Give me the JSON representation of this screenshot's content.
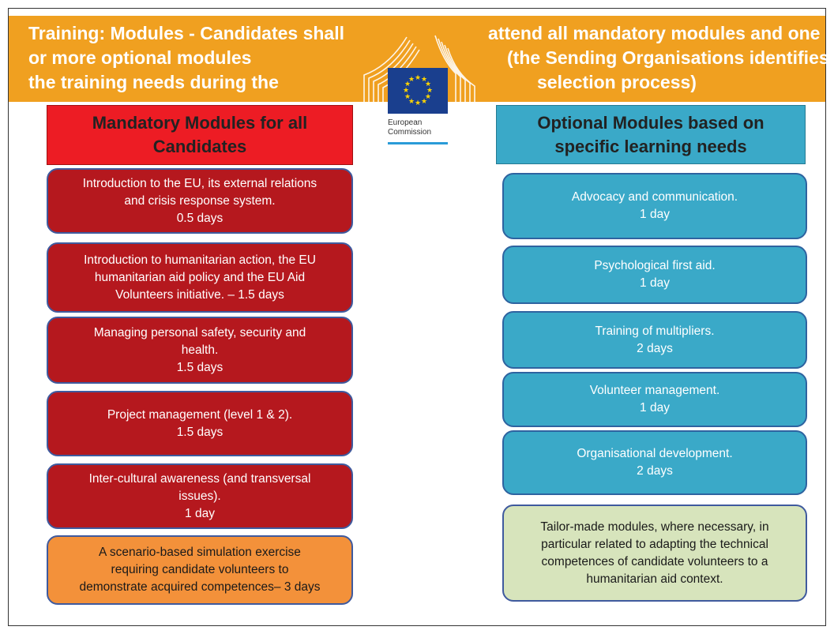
{
  "header": {
    "left_lines": [
      "Training: Modules - Candidates shall",
      "or more optional modules",
      "the training needs during the"
    ],
    "right_lines": [
      "attend all mandatory modules and one",
      "(the Sending Organisations identifies",
      "selection process)"
    ]
  },
  "logo": {
    "caption_line1": "European",
    "caption_line2": "Commission",
    "flag_color": "#1a3f8e",
    "star_color": "#ffd500"
  },
  "mandatory": {
    "title": "Mandatory Modules for all Candidates",
    "modules": [
      {
        "lines": [
          "Introduction to the EU, its external relations",
          "and crisis response system.",
          "0.5 days"
        ]
      },
      {
        "lines": [
          "Introduction to humanitarian action, the EU",
          "humanitarian aid policy and the EU Aid",
          "Volunteers initiative. – 1.5 days"
        ]
      },
      {
        "lines": [
          "Managing personal safety, security and",
          "health.",
          "1.5 days"
        ]
      },
      {
        "lines": [
          "Project management (level 1 & 2).",
          "1.5 days"
        ]
      },
      {
        "lines": [
          "Inter-cultural awareness (and transversal",
          "issues).",
          "1 day"
        ]
      },
      {
        "lines": [
          "A scenario-based simulation exercise",
          "requiring candidate volunteers to",
          "demonstrate acquired competences– 3 days"
        ]
      }
    ]
  },
  "optional": {
    "title": "Optional Modules based on specific learning needs",
    "modules": [
      {
        "lines": [
          "Advocacy and communication.",
          "1 day"
        ]
      },
      {
        "lines": [
          "Psychological first aid.",
          "1 day"
        ]
      },
      {
        "lines": [
          "Training of multipliers.",
          "2 days"
        ]
      },
      {
        "lines": [
          "Volunteer management.",
          "1 day"
        ]
      },
      {
        "lines": [
          "Organisational development.",
          "2 days"
        ]
      },
      {
        "lines": [
          "Tailor-made modules, where necessary, in",
          "particular related to adapting the technical",
          "competences of candidate volunteers to a",
          "humanitarian aid context."
        ]
      }
    ]
  },
  "colors": {
    "header_band": "#f0a020",
    "mandatory_header": "#ed1c24",
    "mandatory_module": "#b5181e",
    "simulation_module": "#f3913a",
    "optional_module": "#3aa9c8",
    "tailor_module": "#d7e4bc"
  }
}
